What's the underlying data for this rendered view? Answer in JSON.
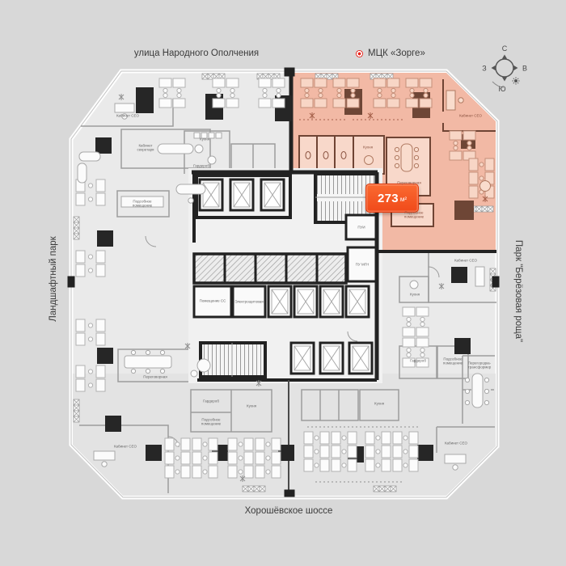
{
  "labels": {
    "street_top": "улица Народного Ополчения",
    "metro": "МЦК «Зорге»",
    "park_left": "Ландшафтный парк",
    "park_right": "Парк \"Берёзовая роща\"",
    "street_bottom": "Хорошёвское шоссе"
  },
  "compass": {
    "north": "С",
    "east": "В",
    "south": "Ю",
    "west": "З"
  },
  "badge": {
    "area": "273",
    "unit": "м²"
  },
  "colors": {
    "highlight_zone": "#f2b9a5",
    "badge_orange": "#f7541f",
    "metro_red": "#e8251d",
    "wall_black": "#222222",
    "column_brown": "#6e4636",
    "floor_gray": "#eaeaea"
  },
  "rooms": [
    {
      "label": "Кабинет CEO"
    },
    {
      "label": "Кабинет секретаря"
    },
    {
      "label": "Кухня"
    },
    {
      "label": "Гардероб"
    },
    {
      "label": "Подсобное помещение"
    },
    {
      "label": "Переговорная"
    },
    {
      "label": "Кабинет CEO"
    },
    {
      "label": "Гардероб"
    },
    {
      "label": "Кухня"
    },
    {
      "label": "Подсобное помещение"
    },
    {
      "label": "Кухня"
    },
    {
      "label": "Гардероб"
    },
    {
      "label": "Подсобное помещение"
    },
    {
      "label": "Перегородка-трансформер"
    },
    {
      "label": "Кабинет CEO"
    },
    {
      "label": "Кухня"
    },
    {
      "label": "Кабинет CEO"
    },
    {
      "label": "Переговорная"
    },
    {
      "label": "Подсобное помещение"
    },
    {
      "label": "Кухня"
    },
    {
      "label": "Помещение СС"
    },
    {
      "label": "Электрощитовая"
    },
    {
      "label": "ПУИ"
    },
    {
      "label": "ПУ МГН"
    },
    {
      "label": "Кабинет CEO"
    }
  ]
}
